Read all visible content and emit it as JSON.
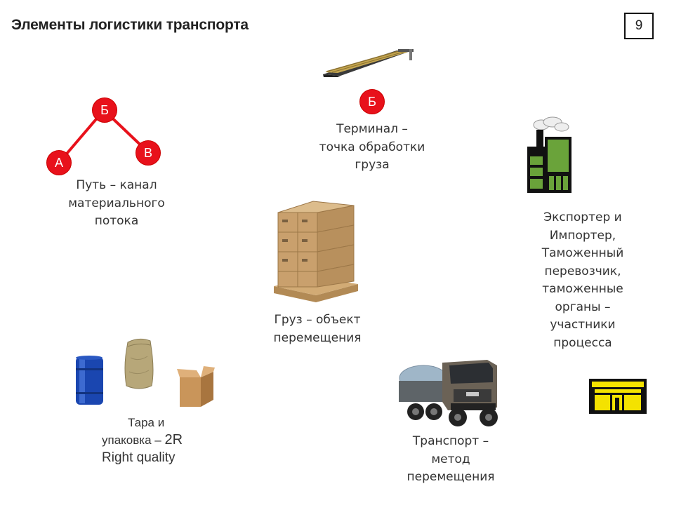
{
  "title": "Элементы логистики транспорта",
  "page_number": "9",
  "route": {
    "nodes": [
      "А",
      "Б",
      "В"
    ],
    "caption": [
      "Путь – канал",
      "материального",
      "потока"
    ]
  },
  "terminal": {
    "node": "Б",
    "caption": [
      "Терминал –",
      "точка обработки",
      "груза"
    ]
  },
  "participants": {
    "caption": [
      "Экспортер и",
      "Импортер,",
      "Таможенный",
      "перевозчик,",
      "таможенные",
      "органы –",
      "участники",
      "процесса"
    ]
  },
  "cargo": {
    "caption": [
      "Груз – объект",
      "перемещения"
    ]
  },
  "packaging": {
    "line1": "Тара и",
    "line2_a": "упаковка – ",
    "line2_b": "2R",
    "line3": "Right quality"
  },
  "transport": {
    "caption": [
      "Транспорт –",
      "метод",
      "перемещения"
    ]
  },
  "colors": {
    "node_red": "#e8111b",
    "factory_green": "#6aa33a",
    "customs_yellow": "#f4e200"
  },
  "icons": [
    "route-graph-icon",
    "terminal-platform-icon",
    "factory-icon",
    "cargo-pallet-icon",
    "barrel-icon",
    "sack-icon",
    "cardboard-box-icon",
    "truck-icon",
    "customs-building-icon"
  ]
}
